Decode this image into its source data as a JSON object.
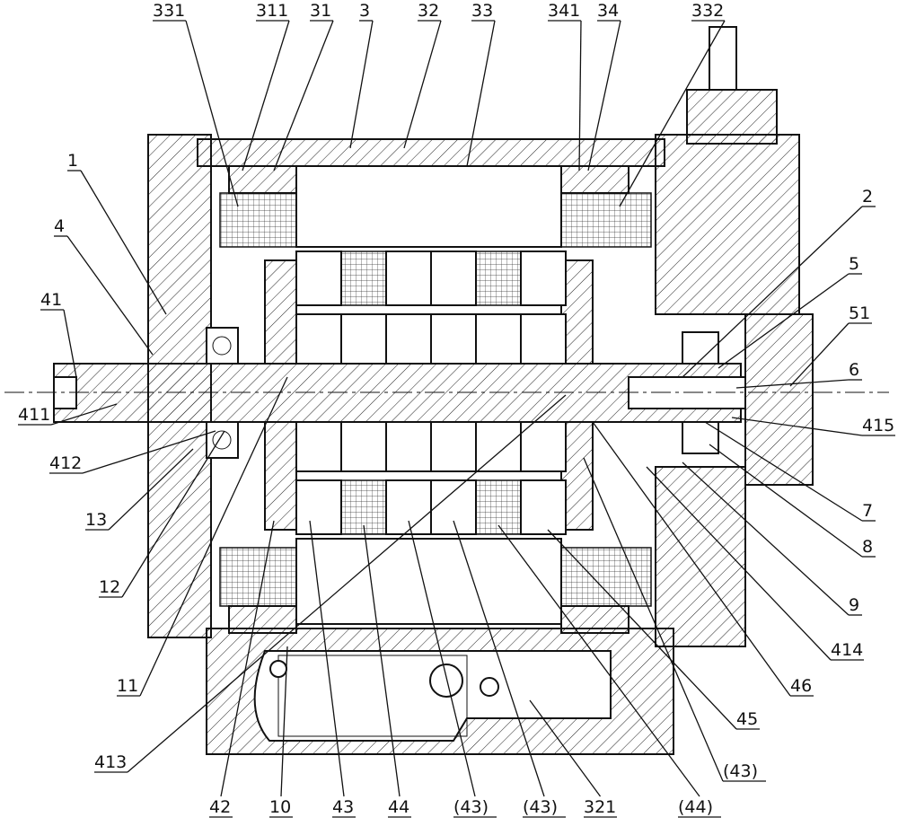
{
  "figure": {
    "type": "motor cross-section drawing",
    "labels": {
      "top": [
        "331",
        "311",
        "31",
        "3",
        "32",
        "33",
        "341",
        "34",
        "332"
      ],
      "left": [
        "1",
        "4",
        "41",
        "411",
        "412",
        "13",
        "12",
        "11",
        "413"
      ],
      "right": [
        "2",
        "5",
        "51",
        "6",
        "415",
        "7",
        "8",
        "9",
        "414",
        "46",
        "45",
        "(43)"
      ],
      "bottom": [
        "42",
        "10",
        "43",
        "44",
        "(43)",
        "(43)",
        "321",
        "(44)"
      ]
    }
  }
}
